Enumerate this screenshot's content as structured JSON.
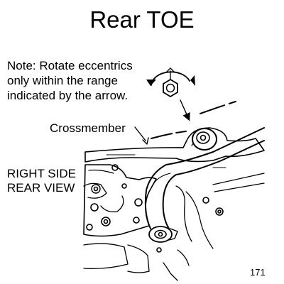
{
  "page": {
    "title": "Rear TOE",
    "note": "Note: Rotate eccentrics only within the range indicated by the arrow.",
    "labels": {
      "crossmember": "Crossmember",
      "view_line1": "RIGHT SIDE",
      "view_line2": "REAR VIEW"
    },
    "page_number": "171"
  },
  "colors": {
    "ink": "#000000",
    "background": "#ffffff"
  },
  "icons": {
    "rotation": "circular-arrow-icon",
    "eccentric": "hex-bolt-icon"
  }
}
